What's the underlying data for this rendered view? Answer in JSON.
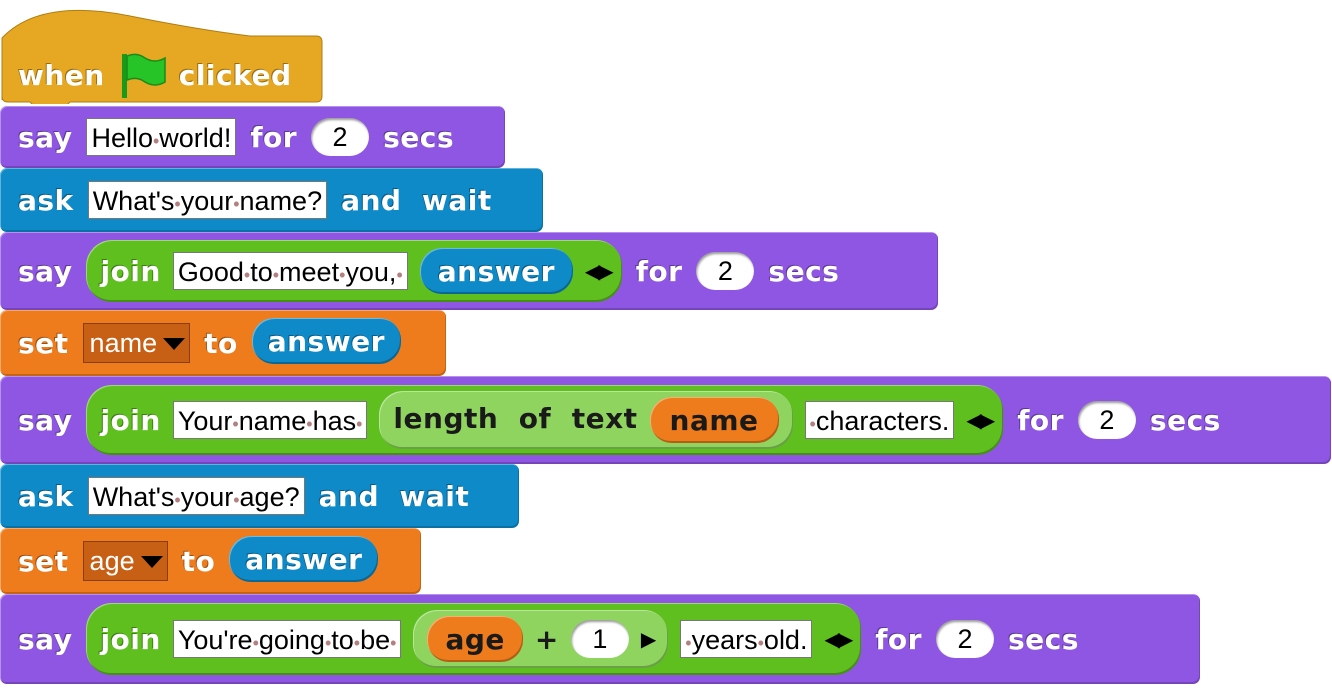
{
  "script": {
    "hat": {
      "when": "when",
      "clicked": "clicked",
      "flag_icon": "green-flag-icon"
    },
    "b1": {
      "say": "say",
      "text": [
        "Hello",
        "world!"
      ],
      "for": "for",
      "num": "2",
      "secs": "secs"
    },
    "b2": {
      "ask": "ask",
      "text": [
        "What's",
        "your",
        "name?"
      ],
      "and_wait": "and  wait"
    },
    "b3": {
      "say": "say",
      "join": "join",
      "text": [
        "Good",
        "to",
        "meet",
        "you,",
        ""
      ],
      "var": "answer",
      "for": "for",
      "num": "2",
      "secs": "secs"
    },
    "b4": {
      "set": "set",
      "var": "name",
      "to": "to",
      "value": "answer"
    },
    "b5": {
      "say": "say",
      "join": "join",
      "text1": [
        "Your",
        "name",
        "has",
        ""
      ],
      "length_of_text": "length  of  text",
      "var": "name",
      "text2": [
        "",
        "characters."
      ],
      "for": "for",
      "num": "2",
      "secs": "secs"
    },
    "b6": {
      "ask": "ask",
      "text": [
        "What's",
        "your",
        "age?"
      ],
      "and_wait": "and  wait"
    },
    "b7": {
      "set": "set",
      "var": "age",
      "to": "to",
      "value": "answer"
    },
    "b8": {
      "say": "say",
      "join": "join",
      "text1": [
        "You're",
        "going",
        "to",
        "be",
        ""
      ],
      "var": "age",
      "plus": "+",
      "num1": "1",
      "text2": [
        "",
        "years",
        "old."
      ],
      "for": "for",
      "num": "2",
      "secs": "secs"
    }
  },
  "colors": {
    "control": "#e6a822",
    "looks": "#8f56e3",
    "sensing": "#0e8ac9",
    "variables": "#ef7c1c",
    "operators": "#5ebf1f"
  }
}
